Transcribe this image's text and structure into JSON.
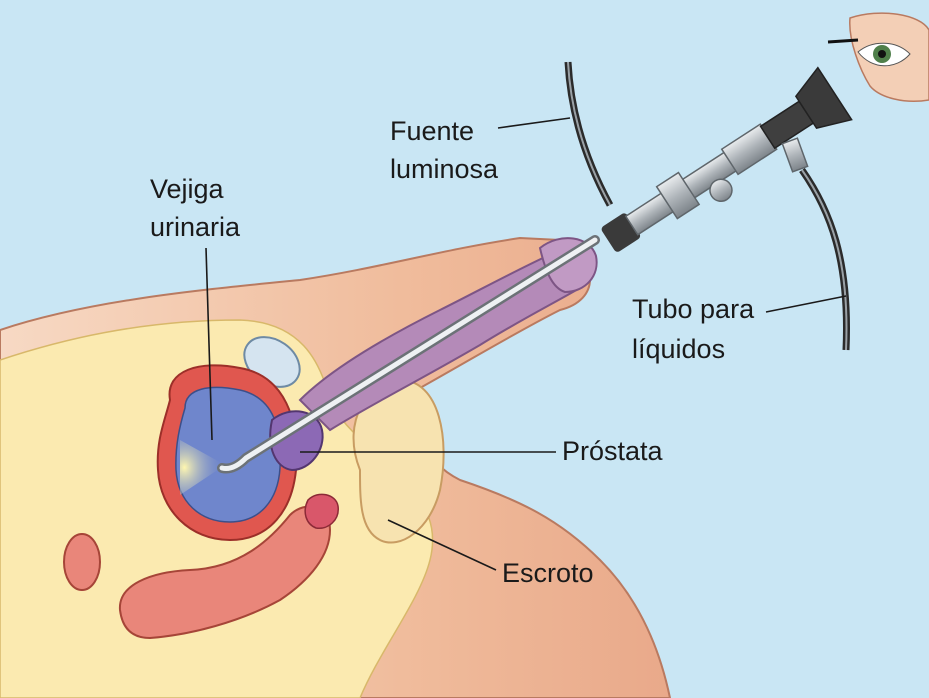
{
  "labels": {
    "light_source": [
      "Fuente",
      "luminosa"
    ],
    "bladder": [
      "Vejiga",
      "urinaria"
    ],
    "fluid_tube": [
      "Tubo para",
      "líquidos"
    ],
    "prostate": "Próstata",
    "scrotum": "Escroto"
  },
  "colors": {
    "background": "#c9e6f4",
    "skin": "#f2c4a6",
    "fat": "#fbeab0",
    "bladder_wall": "#e0574f",
    "bladder_inside": "#6f86cc",
    "prostate": "#8c69b5",
    "penis": "#b48ab8",
    "instrument_metal": "#b9bec3",
    "tube": "#2b2b2b"
  }
}
